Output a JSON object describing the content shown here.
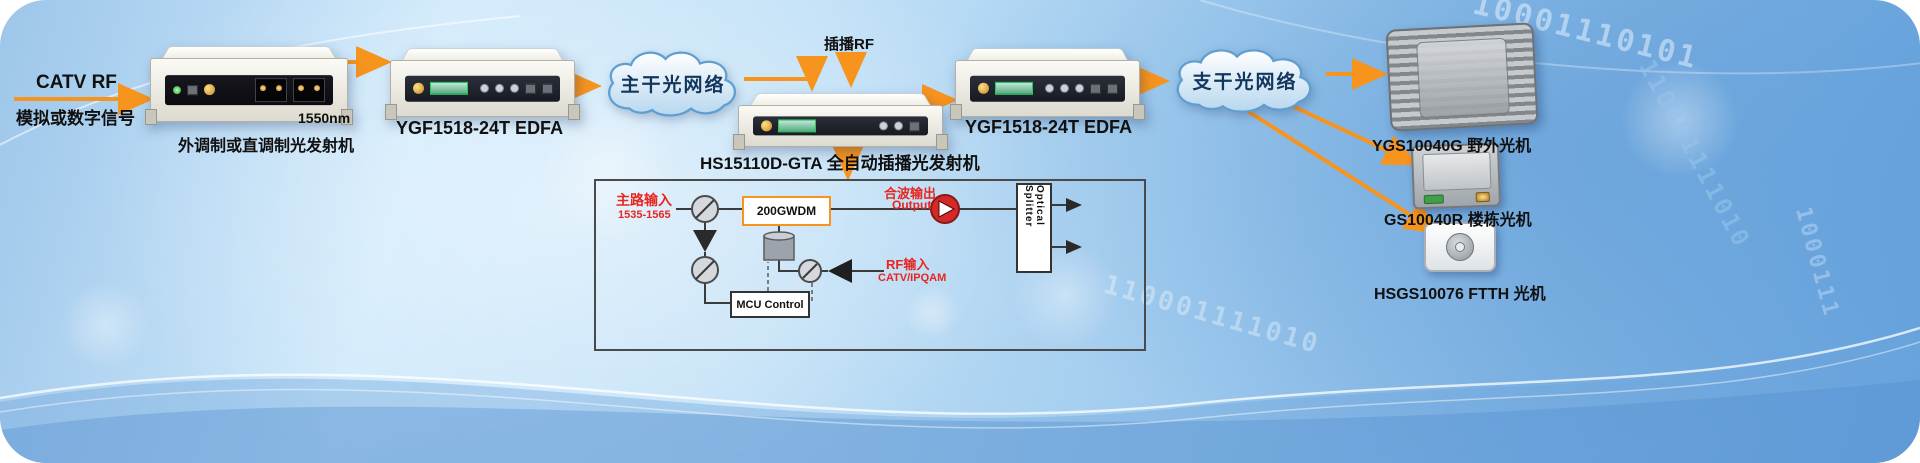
{
  "colors": {
    "arrow": "#F7941E",
    "label": "#101010",
    "diagram_red": "#E8251F",
    "cloud_border": "#5F9FD0"
  },
  "source": {
    "title": "CATV RF",
    "subtitle": "模拟或数字信号"
  },
  "transmitter": {
    "label": "外调制或直调制光发射机",
    "wavelength": "1550nm"
  },
  "edfa1": {
    "label": "YGF1518-24T EDFA"
  },
  "cloud1": {
    "label": "主干光网络"
  },
  "insert_rf": {
    "label": "插播RF"
  },
  "hs_transmitter": {
    "label": "HS15110D-GTA 全自动插播光发射机"
  },
  "edfa2": {
    "label": "YGF1518-24T EDFA"
  },
  "cloud2": {
    "label": "支干光网络"
  },
  "receivers": {
    "outdoor": "YGS10040G 野外光机",
    "building": "GS10040R 楼栋光机",
    "ftth": "HSGS10076 FTTH 光机"
  },
  "block_diagram": {
    "main_input": "主路输入",
    "band": "1535-1565",
    "wdm": "200GWDM",
    "combined_output": "合波输出",
    "output": "Output",
    "optical_splitter": "Optical Splitter",
    "rf_input": "RF输入",
    "rf_source": "CATV/IPQAM",
    "mcu": "MCU Control"
  },
  "decor": {
    "binary_a": "10001110101",
    "binary_b": "110001111010",
    "binary_c": "1000111"
  }
}
